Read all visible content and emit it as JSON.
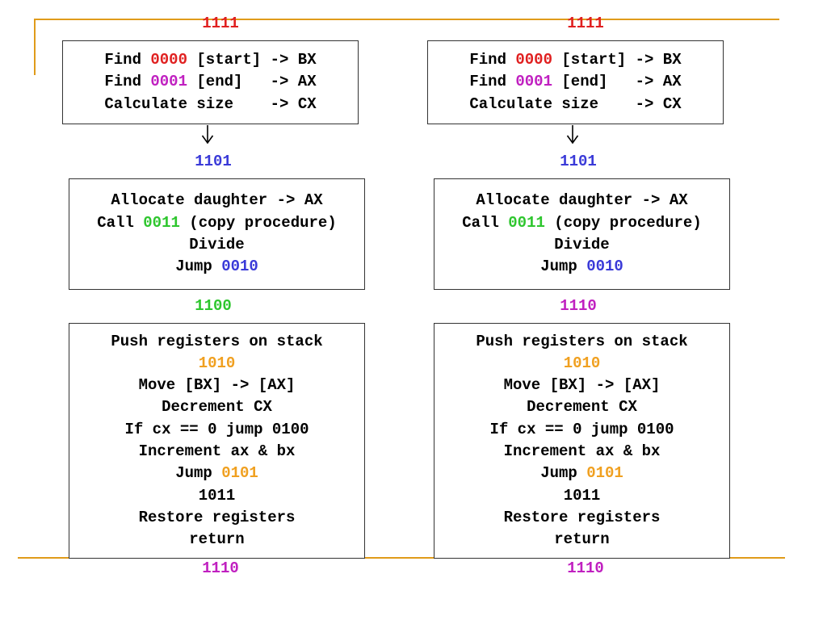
{
  "colors": {
    "rule": "#e09b1a",
    "red": "#e02020",
    "magenta": "#c020c0",
    "blue": "#3a3ad8",
    "green": "#2ec62e",
    "orange": "#f0a020",
    "text": "#000000"
  },
  "columns": [
    {
      "labels": {
        "top": "1111",
        "after_find": "1101",
        "after_alloc": "1100",
        "bottom": "1110"
      },
      "find_block": [
        {
          "parts": [
            {
              "t": "Find "
            },
            {
              "t": "0000",
              "c": "red"
            },
            {
              "t": " [start] -> BX"
            }
          ]
        },
        {
          "parts": [
            {
              "t": "Find "
            },
            {
              "t": "0001",
              "c": "magenta"
            },
            {
              "t": " [end]   -> AX"
            }
          ]
        },
        {
          "parts": [
            {
              "t": "Calculate size    -> CX"
            }
          ]
        }
      ],
      "alloc_block": [
        {
          "parts": [
            {
              "t": "Allocate daughter -> AX"
            }
          ]
        },
        {
          "parts": [
            {
              "t": "Call "
            },
            {
              "t": "0011",
              "c": "green"
            },
            {
              "t": " (copy procedure)"
            }
          ]
        },
        {
          "parts": [
            {
              "t": "Divide"
            }
          ]
        },
        {
          "parts": [
            {
              "t": "Jump "
            },
            {
              "t": "0010",
              "c": "blue"
            }
          ]
        }
      ],
      "copy_block": [
        {
          "parts": [
            {
              "t": "Push registers on stack"
            }
          ]
        },
        {
          "parts": [
            {
              "t": "1010",
              "c": "orange"
            }
          ]
        },
        {
          "parts": [
            {
              "t": "Move [BX] -> [AX]"
            }
          ]
        },
        {
          "parts": [
            {
              "t": "Decrement CX"
            }
          ]
        },
        {
          "parts": [
            {
              "t": "If cx == 0 jump 0100"
            }
          ]
        },
        {
          "parts": [
            {
              "t": "Increment ax & bx"
            }
          ]
        },
        {
          "parts": [
            {
              "t": "Jump "
            },
            {
              "t": "0101",
              "c": "orange"
            }
          ]
        },
        {
          "parts": [
            {
              "t": "1011"
            }
          ]
        },
        {
          "parts": [
            {
              "t": "Restore registers"
            }
          ]
        },
        {
          "parts": [
            {
              "t": "return"
            }
          ]
        }
      ]
    },
    {
      "labels": {
        "top": "1111",
        "after_find": "1101",
        "after_alloc": "1110",
        "bottom": "1110"
      },
      "find_block": [
        {
          "parts": [
            {
              "t": "Find "
            },
            {
              "t": "0000",
              "c": "red"
            },
            {
              "t": " [start] -> BX"
            }
          ]
        },
        {
          "parts": [
            {
              "t": "Find "
            },
            {
              "t": "0001",
              "c": "magenta"
            },
            {
              "t": " [end]   -> AX"
            }
          ]
        },
        {
          "parts": [
            {
              "t": "Calculate size    -> CX"
            }
          ]
        }
      ],
      "alloc_block": [
        {
          "parts": [
            {
              "t": "Allocate daughter -> AX"
            }
          ]
        },
        {
          "parts": [
            {
              "t": "Call "
            },
            {
              "t": "0011",
              "c": "green"
            },
            {
              "t": " (copy procedure)"
            }
          ]
        },
        {
          "parts": [
            {
              "t": "Divide"
            }
          ]
        },
        {
          "parts": [
            {
              "t": "Jump "
            },
            {
              "t": "0010",
              "c": "blue"
            }
          ]
        }
      ],
      "copy_block": [
        {
          "parts": [
            {
              "t": "Push registers on stack"
            }
          ]
        },
        {
          "parts": [
            {
              "t": "1010",
              "c": "orange"
            }
          ]
        },
        {
          "parts": [
            {
              "t": "Move [BX] -> [AX]"
            }
          ]
        },
        {
          "parts": [
            {
              "t": "Decrement CX"
            }
          ]
        },
        {
          "parts": [
            {
              "t": "If cx == 0 jump 0100"
            }
          ]
        },
        {
          "parts": [
            {
              "t": "Increment ax & bx"
            }
          ]
        },
        {
          "parts": [
            {
              "t": "Jump "
            },
            {
              "t": "0101",
              "c": "orange"
            }
          ]
        },
        {
          "parts": [
            {
              "t": "1011"
            }
          ]
        },
        {
          "parts": [
            {
              "t": "Restore registers"
            }
          ]
        },
        {
          "parts": [
            {
              "t": "return"
            }
          ]
        }
      ]
    }
  ]
}
